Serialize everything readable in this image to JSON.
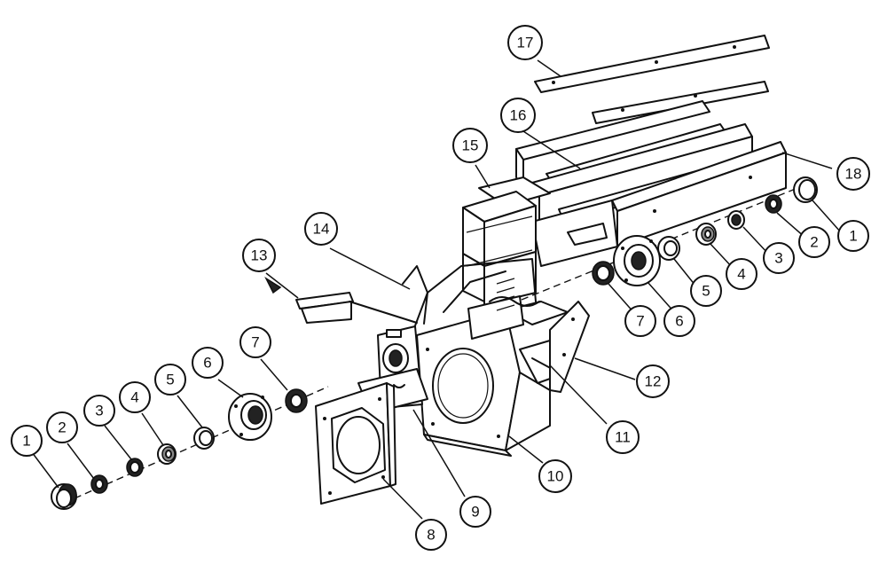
{
  "diagram": {
    "callouts": [
      {
        "id": "c1-left",
        "label": "1"
      },
      {
        "id": "c2-left",
        "label": "2"
      },
      {
        "id": "c3-left",
        "label": "3"
      },
      {
        "id": "c4-left",
        "label": "4"
      },
      {
        "id": "c5-left",
        "label": "5"
      },
      {
        "id": "c6-left",
        "label": "6"
      },
      {
        "id": "c7-left",
        "label": "7"
      },
      {
        "id": "c8",
        "label": "8"
      },
      {
        "id": "c9",
        "label": "9"
      },
      {
        "id": "c10",
        "label": "10"
      },
      {
        "id": "c11",
        "label": "11"
      },
      {
        "id": "c12",
        "label": "12"
      },
      {
        "id": "c13",
        "label": "13"
      },
      {
        "id": "c14",
        "label": "14"
      },
      {
        "id": "c15",
        "label": "15"
      },
      {
        "id": "c16",
        "label": "16"
      },
      {
        "id": "c17",
        "label": "17"
      },
      {
        "id": "c18",
        "label": "18"
      },
      {
        "id": "c1-right",
        "label": "1"
      },
      {
        "id": "c2-right",
        "label": "2"
      },
      {
        "id": "c3-right",
        "label": "3"
      },
      {
        "id": "c4-right",
        "label": "4"
      },
      {
        "id": "c5-right",
        "label": "5"
      },
      {
        "id": "c6-right",
        "label": "6"
      },
      {
        "id": "c7-right",
        "label": "7"
      }
    ]
  }
}
